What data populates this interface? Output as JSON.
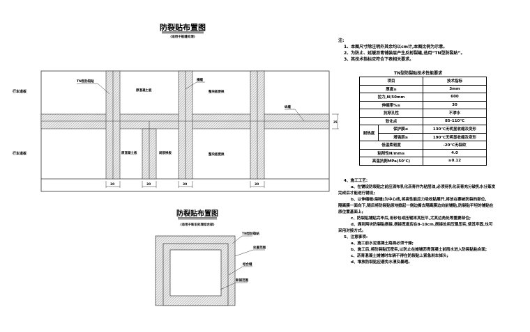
{
  "plan1": {
    "title": "防裂贴布置图",
    "subtitle": "(适用于板缝处理)",
    "lane_top": "行车道板",
    "lane_bottom": "行车道板",
    "label_tn": "TN型防裂贴",
    "label_transverse": "横缝",
    "label_longitudinal": "纵缝",
    "label_orig_top": "原混凝土板",
    "label_replace_top": "整块板更换",
    "label_orig_bottom": "原混凝土板",
    "label_partial": "局部换板",
    "label_replace_bottom": "整块板更换",
    "dim_width": "25",
    "dims": [
      "30",
      "30",
      "30",
      "30"
    ]
  },
  "plan2": {
    "title": "防裂贴布置图",
    "subtitle": "(适用于新旧处理结合部)",
    "label_tn": "TN型防裂贴",
    "label_range": "处置范围",
    "label_joint": "结合缝",
    "label_new": "新铺范围"
  },
  "notes": {
    "heading": "注:",
    "items": [
      "1、本图尺寸除注明外其余均以cm计,本图比例为示意。",
      "2、为防止、延缓沥青铺装层产生反射裂缝,选用“TN型防裂贴”。",
      "3、其技术指标应符合下表相关要求。"
    ]
  },
  "table": {
    "title": "TN型防裂贴技术性能要求",
    "header": [
      "项目",
      "技术指标"
    ],
    "rows": [
      [
        "厚度≥",
        "3mm"
      ],
      [
        "拉力,N/50mm",
        "600"
      ],
      [
        "伸缩率%≥",
        "30"
      ],
      [
        "抗穿孔性",
        "不渗水"
      ],
      [
        "软化点",
        "85-110℃"
      ]
    ],
    "heat_label": "耐热度",
    "heat_rows": [
      [
        "保护膜≤",
        "130℃无明显收缩及变形"
      ],
      [
        "增强层≥",
        "190℃无明显收缩及变形"
      ]
    ],
    "rows2": [
      [
        "低温柔韧度",
        "-20℃无裂纹"
      ],
      [
        "粘附性N/mm≥",
        "4.0"
      ],
      [
        "高温抗剥MPa(50℃)",
        "≥0.12"
      ]
    ]
  },
  "construction": {
    "heading": "4、施工工艺:",
    "a1": "a、在铺设防裂贴之前应洒布乳化沥青作为粘层油,必须待乳化沥青充分破乳水分蒸发",
    "a2": "完成后才能进行铺设;",
    "b1": "b、以伸缩缝(裂缝)为中心线,将高性能应力吸收贴展开,将放在要被防裂的部位,",
    "b2": "隔离膜一面向下,随后将防裂贴原地掀起一侧边撕去隔离膜边向前铺贴,防裂贴平坦的铺贴在",
    "b3": "原位置基面上;",
    "c": "c、防裂贴铺贴完毕后,用砂包或压辊将其压平,尤其边角处等重要部位;",
    "d1": "d、遇到两块防裂贴搭接,搭接宽度应在8-10cm,搭接处用压辊压实,使其牢固,也可",
    "d2": "采用对接方式。"
  },
  "attention": {
    "heading": "5、注意事项:",
    "items": [
      "a、施工前水泥混凝土路面必须干燥;",
      "b、施工后,将防裂贴压密实,以防止在摊铺沥青混凝土前雨水进入防裂贴粘合面;",
      "c、沥青混凝土摊铺时车辆不得在防裂贴上紧急刹车掉头;",
      "d、堆放防裂贴应避免水渍及暴晒。"
    ]
  }
}
